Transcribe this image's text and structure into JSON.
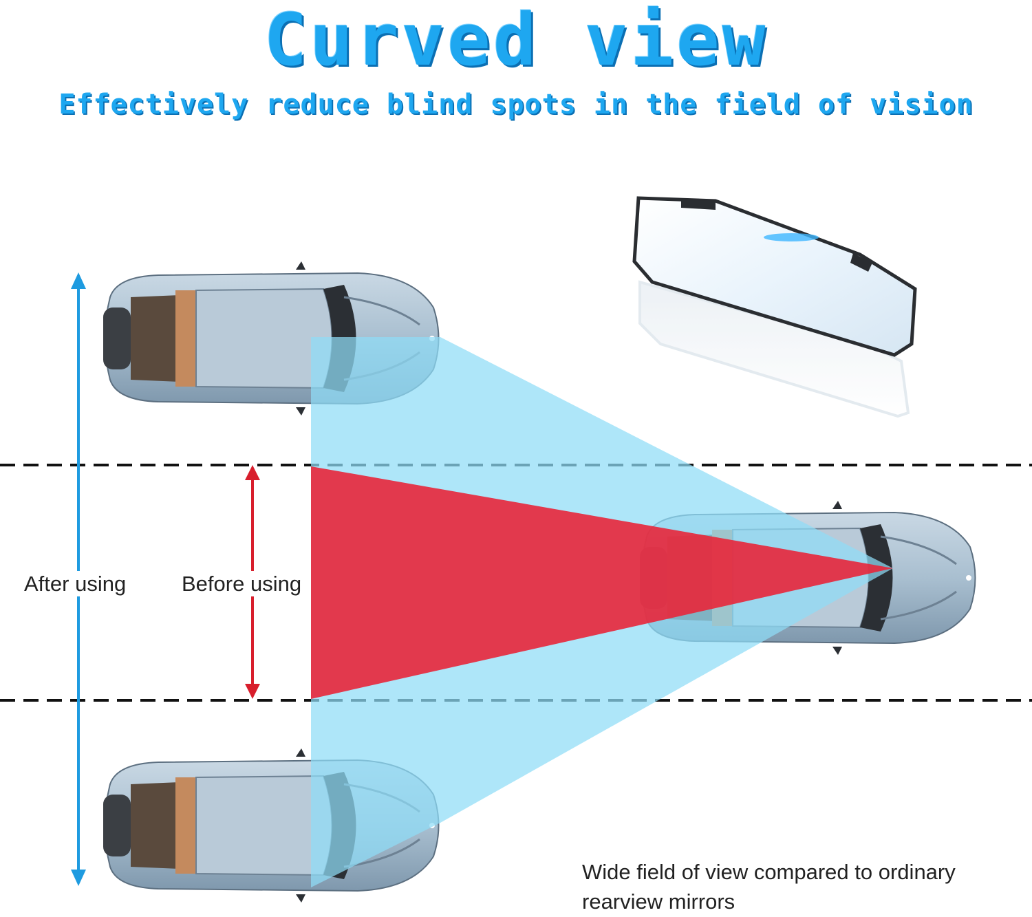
{
  "title": "Curved view",
  "subtitle": "Effectively reduce blind spots in the field of vision",
  "labels": {
    "after": "After using",
    "before": "Before using"
  },
  "caption": "Wide field of view compared to ordinary rearview mirrors",
  "colors": {
    "accent": "#1ea7f0",
    "wide_view": "#8fdcf7",
    "narrow_view": "#e8263a",
    "after_arrow": "#1e9be0",
    "before_arrow": "#d81e2c"
  },
  "icons": [
    "car-top-view",
    "rearview-mirror"
  ]
}
